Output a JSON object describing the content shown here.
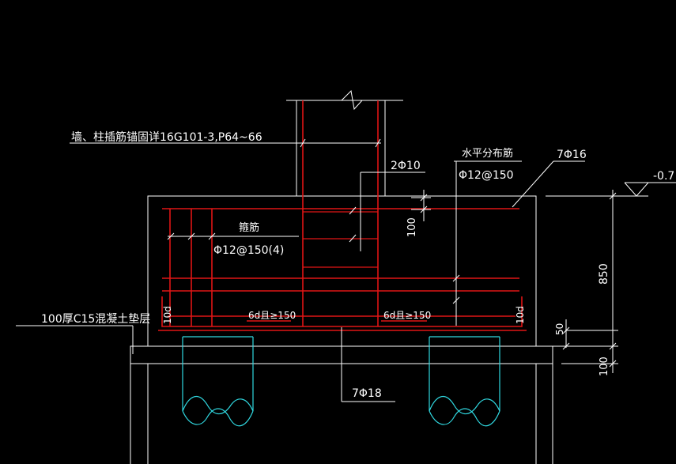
{
  "colors": {
    "background": "#000000",
    "line": "#ffffff",
    "rebar": "#e01515",
    "pile": "#30d8e0"
  },
  "labels": {
    "anchor_note": "墙、柱插筋锚固详16G101-3,P64~66",
    "bar_2phi10": "2Φ10",
    "horizontal_dist_title": "水平分布筋",
    "horizontal_dist_spec": "Φ12@150",
    "top_bars": "7Φ16",
    "elevation": "-0.7",
    "stirrup_title": "箍筋",
    "stirrup_spec": "Φ12@150(4)",
    "cushion_note": "100厚C15混凝土垫层",
    "lap_left": "6d且≥150",
    "lap_right": "6d且≥150",
    "hook_left": "10d",
    "hook_right": "10d",
    "bottom_bars": "7Φ18"
  },
  "dimensions": {
    "dim_100_top": "100",
    "dim_850": "850",
    "dim_50": "50",
    "dim_100_bottom": "100"
  }
}
